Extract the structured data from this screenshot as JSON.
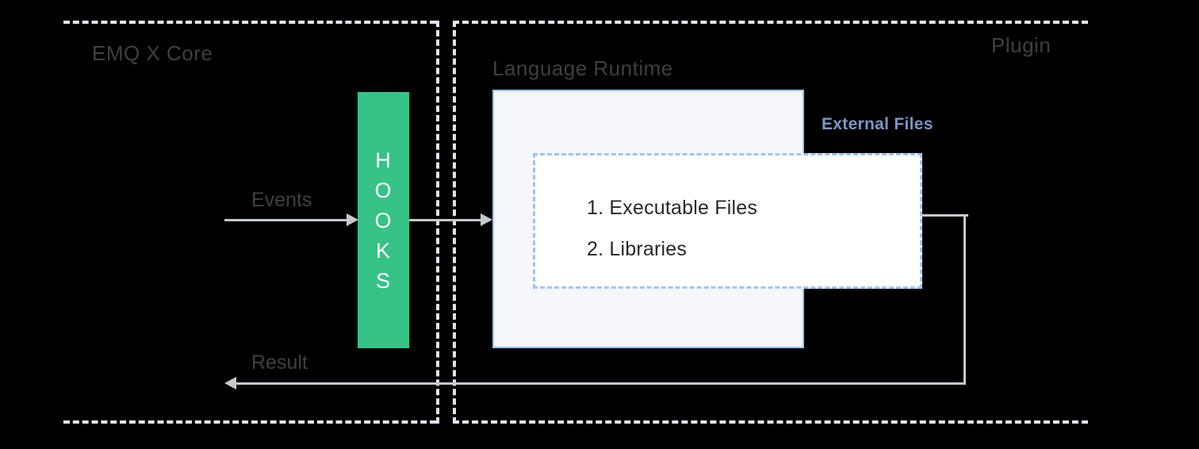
{
  "diagram": {
    "background_color": "#000000",
    "regions": [
      {
        "id": "emqx-core",
        "label": "EMQ X Core",
        "label_color": "#3d4042",
        "border_style": "dashed",
        "border_color": "#dfe5ec"
      },
      {
        "id": "plugin",
        "label": "Plugin",
        "label_color": "#3d4042",
        "border_style": "dashed",
        "border_color": "#dfe5ec"
      }
    ],
    "hooks": {
      "label": "HOOKS",
      "letters": [
        "H",
        "O",
        "O",
        "K",
        "S"
      ],
      "fill_color": "#37c287",
      "text_color": "#ffffff"
    },
    "runtime": {
      "label": "Language Runtime",
      "fill_color": "#f5f7fb",
      "border_color": "#9dc3f7"
    },
    "external": {
      "label": "External Files",
      "label_color": "#7b96c4",
      "fill_color": "#ffffff",
      "border_color": "#9dc3f7",
      "items": [
        "1. Executable Files",
        "2. Libraries"
      ]
    },
    "flows": [
      {
        "id": "events",
        "label": "Events",
        "direction": "right",
        "color": "#c4c9cd"
      },
      {
        "id": "result",
        "label": "Result",
        "direction": "left",
        "color": "#c4c9cd"
      }
    ]
  }
}
